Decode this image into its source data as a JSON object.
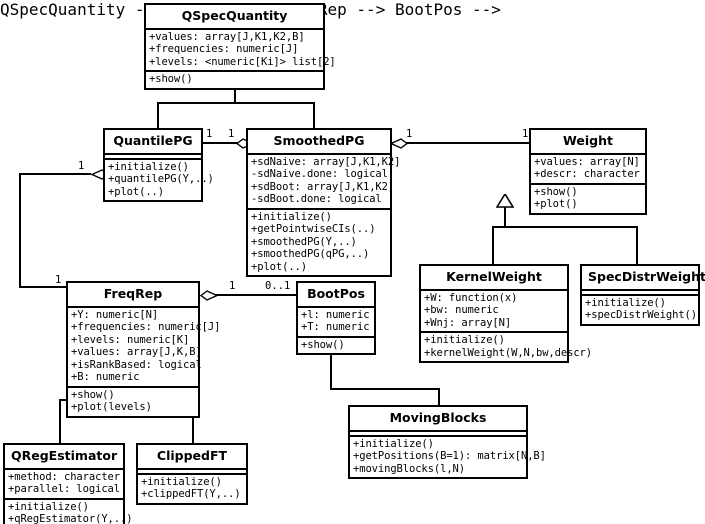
{
  "diagram": {
    "type": "uml-class-diagram",
    "title": "",
    "classes": [
      {
        "id": "qspecquantity",
        "name": "QSpecQuantity",
        "attributes": [
          "+values: array[J,K1,K2,B]",
          "+frequencies: numeric[J]",
          "+levels: <numeric[Ki]> list[2]"
        ],
        "operations": [
          "+show()"
        ]
      },
      {
        "id": "quantilepg",
        "name": "QuantilePG",
        "attributes": [],
        "operations": [
          "+initialize()",
          "+quantilePG(Y,..)",
          "+plot(..)"
        ]
      },
      {
        "id": "smoothedpg",
        "name": "SmoothedPG",
        "attributes": [
          "+sdNaive: array[J,K1,K2]",
          "-sdNaive.done: logical",
          "+sdBoot: array[J,K1,K2]",
          "-sdBoot.done: logical"
        ],
        "operations": [
          "+initialize()",
          "+getPointwiseCIs(..)",
          "+smoothedPG(Y,..)",
          "+smoothedPG(qPG,..)",
          "+plot(..)"
        ]
      },
      {
        "id": "weight",
        "name": "Weight",
        "attributes": [
          "+values: array[N]",
          "+descr: character"
        ],
        "operations": [
          "+show()",
          "+plot()"
        ]
      },
      {
        "id": "kernelweight",
        "name": "KernelWeight",
        "attributes": [
          "+W: function(x)",
          "+bw: numeric",
          "+Wnj: array[N]"
        ],
        "operations": [
          "+initialize()",
          "+kernelWeight(W,N,bw,descr)"
        ]
      },
      {
        "id": "specdistrweight",
        "name": "SpecDistrWeight",
        "attributes": [],
        "operations": [
          "+initialize()",
          "+specDistrWeight()"
        ]
      },
      {
        "id": "freqrep",
        "name": "FreqRep",
        "attributes": [
          "+Y: numeric[N]",
          "+frequencies: numeric[J]",
          "+levels: numeric[K]",
          "+values: array[J,K,B]",
          "+isRankBased: logical",
          "+B: numeric"
        ],
        "operations": [
          "+show()",
          "+plot(levels)"
        ]
      },
      {
        "id": "bootpos",
        "name": "BootPos",
        "attributes": [
          "+l: numeric",
          "+T: numeric"
        ],
        "operations": [
          "+show()"
        ]
      },
      {
        "id": "movingblocks",
        "name": "MovingBlocks",
        "attributes": [],
        "operations": [
          "+initialize()",
          "+getPositions(B=1): matrix[N,B]",
          "+movingBlocks(l,N)"
        ]
      },
      {
        "id": "qregestimator",
        "name": "QRegEstimator",
        "attributes": [
          "+method: character",
          "+parallel: logical"
        ],
        "operations": [
          "+initialize()",
          "+qRegEstimator(Y,..)"
        ]
      },
      {
        "id": "clippedft",
        "name": "ClippedFT",
        "attributes": [],
        "operations": [
          "+initialize()",
          "+clippedFT(Y,..)"
        ]
      }
    ],
    "multiplicities": {
      "quantilepg_to_smoothedpg_source": "1",
      "quantilepg_to_smoothedpg_target": "1",
      "smoothedpg_to_weight_source": "1",
      "smoothedpg_to_weight_target": "1",
      "quantilepg_to_freqrep_source": "1",
      "quantilepg_to_freqrep_target": "1",
      "freqrep_to_bootpos_source": "1",
      "freqrep_to_bootpos_target": "0..1"
    }
  }
}
